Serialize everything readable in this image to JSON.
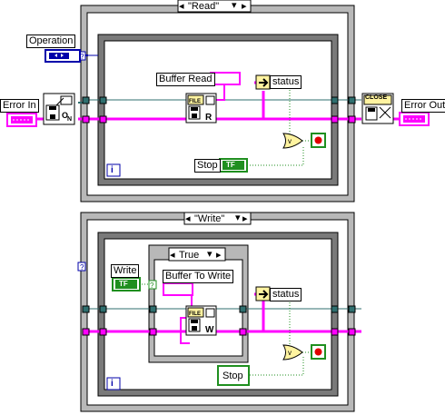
{
  "read_case": {
    "selector": "\"Read\"",
    "buffer_label": "Buffer Read",
    "status_label": "status",
    "stop_label": "Stop",
    "stop_const": "TF",
    "loop_index": "i"
  },
  "write_case": {
    "selector": "\"Write\"",
    "write_label": "Write",
    "write_const": "TF",
    "inner_selector": "True",
    "buffer_label": "Buffer To Write",
    "status_label": "status",
    "stop_label": "Stop",
    "loop_index": "i"
  },
  "left": {
    "operation_label": "Operation",
    "error_in_label": "Error In"
  },
  "right": {
    "close_label": "CLOSE",
    "error_out_label": "Error Out"
  },
  "colors": {
    "frame": "#b8b8b8",
    "error_wire": "#ff00ff",
    "refnum_wire": "#2f6f6f",
    "bool_wire": "#1f8f1f",
    "string": "#ff00ff",
    "enum": "#0000aa"
  }
}
